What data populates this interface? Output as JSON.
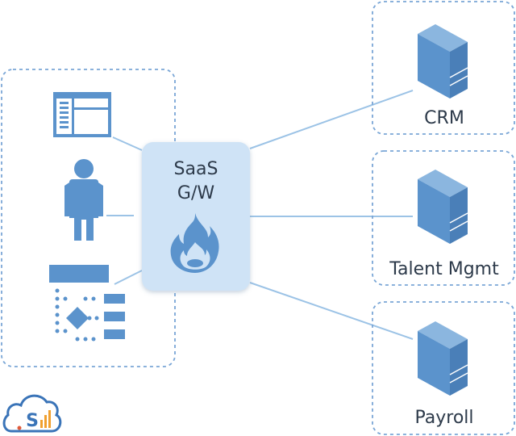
{
  "gateway": {
    "line1": "SaaS",
    "line2": "G/W",
    "icon": "flame-icon"
  },
  "clients": [
    {
      "name": "Form",
      "icon": "form-window-icon"
    },
    {
      "name": "User",
      "icon": "user-icon"
    },
    {
      "name": "Workflow",
      "icon": "workflow-icon"
    }
  ],
  "services": [
    {
      "label": "CRM",
      "icon": "server-icon"
    },
    {
      "label": "Talent Mgmt",
      "icon": "server-icon"
    },
    {
      "label": "Payroll",
      "icon": "server-icon"
    }
  ],
  "logo": {
    "icon": "cloud-logo-icon",
    "text": "S"
  },
  "colors": {
    "icon": "#5b93cc",
    "icon_dark": "#4a7fb8",
    "gateway_fill": "#cfe3f6",
    "border": "#7aa6d6",
    "line": "#9cc3e6",
    "text": "#2d3a4a"
  }
}
